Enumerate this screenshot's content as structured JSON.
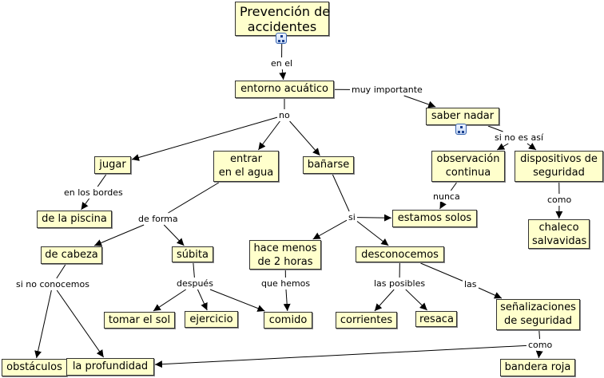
{
  "title": "Prevención de accidentes",
  "nodes": [
    {
      "id": "prevencion",
      "label": "Prevención de\naccidentes"
    },
    {
      "id": "entorno",
      "label": "entorno acuático"
    },
    {
      "id": "saber_nadar",
      "label": "saber nadar"
    },
    {
      "id": "jugar",
      "label": "jugar"
    },
    {
      "id": "entrar",
      "label": "entrar\nen el agua"
    },
    {
      "id": "banarse",
      "label": "bañarse"
    },
    {
      "id": "observacion",
      "label": "observación\ncontinua"
    },
    {
      "id": "dispositivos",
      "label": "dispositivos de\nseguridad"
    },
    {
      "id": "piscina",
      "label": "de la piscina"
    },
    {
      "id": "estamos_solos",
      "label": "estamos solos"
    },
    {
      "id": "chaleco",
      "label": "chaleco\nsalvavidas"
    },
    {
      "id": "cabeza",
      "label": "de cabeza"
    },
    {
      "id": "subita",
      "label": "súbita"
    },
    {
      "id": "hace_menos",
      "label": "hace menos\nde 2 horas"
    },
    {
      "id": "desconocemos",
      "label": "desconocemos"
    },
    {
      "id": "senalizaciones",
      "label": "señalizaciones\nde seguridad"
    },
    {
      "id": "tomar_sol",
      "label": "tomar el sol"
    },
    {
      "id": "ejercicio",
      "label": "ejercicio"
    },
    {
      "id": "comido",
      "label": "comido"
    },
    {
      "id": "corrientes",
      "label": "corrientes"
    },
    {
      "id": "resaca",
      "label": "resaca"
    },
    {
      "id": "obstaculos",
      "label": "obstáculos"
    },
    {
      "id": "profundidad",
      "label": "la profundidad"
    },
    {
      "id": "bandera",
      "label": "bandera roja"
    }
  ],
  "linking_phrases": [
    {
      "id": "en_el",
      "label": "en el"
    },
    {
      "id": "muy_importante",
      "label": "muy importante"
    },
    {
      "id": "no",
      "label": "no"
    },
    {
      "id": "si_no_es_asi",
      "label": "si no es así"
    },
    {
      "id": "en_los_bordes",
      "label": "en los bordes"
    },
    {
      "id": "nunca",
      "label": "nunca"
    },
    {
      "id": "como1",
      "label": "como"
    },
    {
      "id": "de_forma",
      "label": "de forma"
    },
    {
      "id": "si",
      "label": "si"
    },
    {
      "id": "si_no_conocemos",
      "label": "si no conocemos"
    },
    {
      "id": "despues",
      "label": "después"
    },
    {
      "id": "que_hemos",
      "label": "que hemos"
    },
    {
      "id": "las_posibles",
      "label": "las posibles"
    },
    {
      "id": "las",
      "label": "las"
    },
    {
      "id": "como2",
      "label": "como"
    }
  ],
  "connections": [
    [
      "prevencion",
      "en_el"
    ],
    [
      "en_el",
      "entorno"
    ],
    [
      "entorno",
      "muy_importante"
    ],
    [
      "muy_importante",
      "saber_nadar"
    ],
    [
      "entorno",
      "no"
    ],
    [
      "no",
      "jugar"
    ],
    [
      "no",
      "entrar"
    ],
    [
      "no",
      "banarse"
    ],
    [
      "saber_nadar",
      "si_no_es_asi"
    ],
    [
      "si_no_es_asi",
      "observacion"
    ],
    [
      "si_no_es_asi",
      "dispositivos"
    ],
    [
      "jugar",
      "en_los_bordes"
    ],
    [
      "en_los_bordes",
      "piscina"
    ],
    [
      "observacion",
      "nunca"
    ],
    [
      "nunca",
      "estamos_solos"
    ],
    [
      "dispositivos",
      "como1"
    ],
    [
      "como1",
      "chaleco"
    ],
    [
      "entrar",
      "de_forma"
    ],
    [
      "de_forma",
      "cabeza"
    ],
    [
      "de_forma",
      "subita"
    ],
    [
      "banarse",
      "si"
    ],
    [
      "si",
      "estamos_solos"
    ],
    [
      "si",
      "hace_menos"
    ],
    [
      "si",
      "desconocemos"
    ],
    [
      "cabeza",
      "si_no_conocemos"
    ],
    [
      "si_no_conocemos",
      "obstaculos"
    ],
    [
      "si_no_conocemos",
      "profundidad"
    ],
    [
      "subita",
      "despues"
    ],
    [
      "despues",
      "tomar_sol"
    ],
    [
      "despues",
      "ejercicio"
    ],
    [
      "despues",
      "comido"
    ],
    [
      "hace_menos",
      "que_hemos"
    ],
    [
      "que_hemos",
      "comido"
    ],
    [
      "desconocemos",
      "las_posibles"
    ],
    [
      "las_posibles",
      "corrientes"
    ],
    [
      "las_posibles",
      "resaca"
    ],
    [
      "desconocemos",
      "las"
    ],
    [
      "las",
      "senalizaciones"
    ],
    [
      "senalizaciones",
      "como2"
    ],
    [
      "como2",
      "bandera"
    ],
    [
      "como2",
      "profundidad"
    ]
  ],
  "link_icons": [
    "prevencion-resources-icon",
    "saber-nadar-resources-icon"
  ],
  "colors": {
    "node_fill": "#ffffcc",
    "node_border": "#333333",
    "line": "#000000",
    "link_icon": "#3a66b0"
  }
}
